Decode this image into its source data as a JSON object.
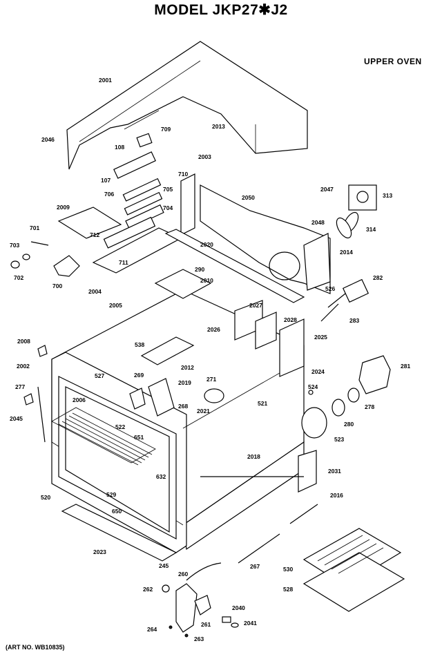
{
  "title": "MODEL JKP27✱J2",
  "subtitle": "UPPER OVEN",
  "art_number": "(ART NO. WB10835)",
  "part_labels": [
    "2001",
    "2013",
    "2046",
    "709",
    "108",
    "710",
    "107",
    "2003",
    "706",
    "705",
    "2050",
    "2047",
    "313",
    "2009",
    "704",
    "2048",
    "314",
    "701",
    "712",
    "711",
    "703",
    "702",
    "700",
    "2004",
    "2020",
    "2014",
    "290",
    "2010",
    "526",
    "282",
    "2005",
    "2027",
    "2026",
    "283",
    "2028",
    "2025",
    "2008",
    "538",
    "2012",
    "2002",
    "527",
    "269",
    "2019",
    "271",
    "2024",
    "281",
    "524",
    "277",
    "2006",
    "268",
    "2021",
    "521",
    "278",
    "522",
    "651",
    "280",
    "2045",
    "523",
    "2018",
    "632",
    "2031",
    "520",
    "529",
    "650",
    "2016",
    "2023",
    "245",
    "267",
    "530",
    "260",
    "528",
    "262",
    "2040",
    "261",
    "2041",
    "264",
    "263"
  ]
}
